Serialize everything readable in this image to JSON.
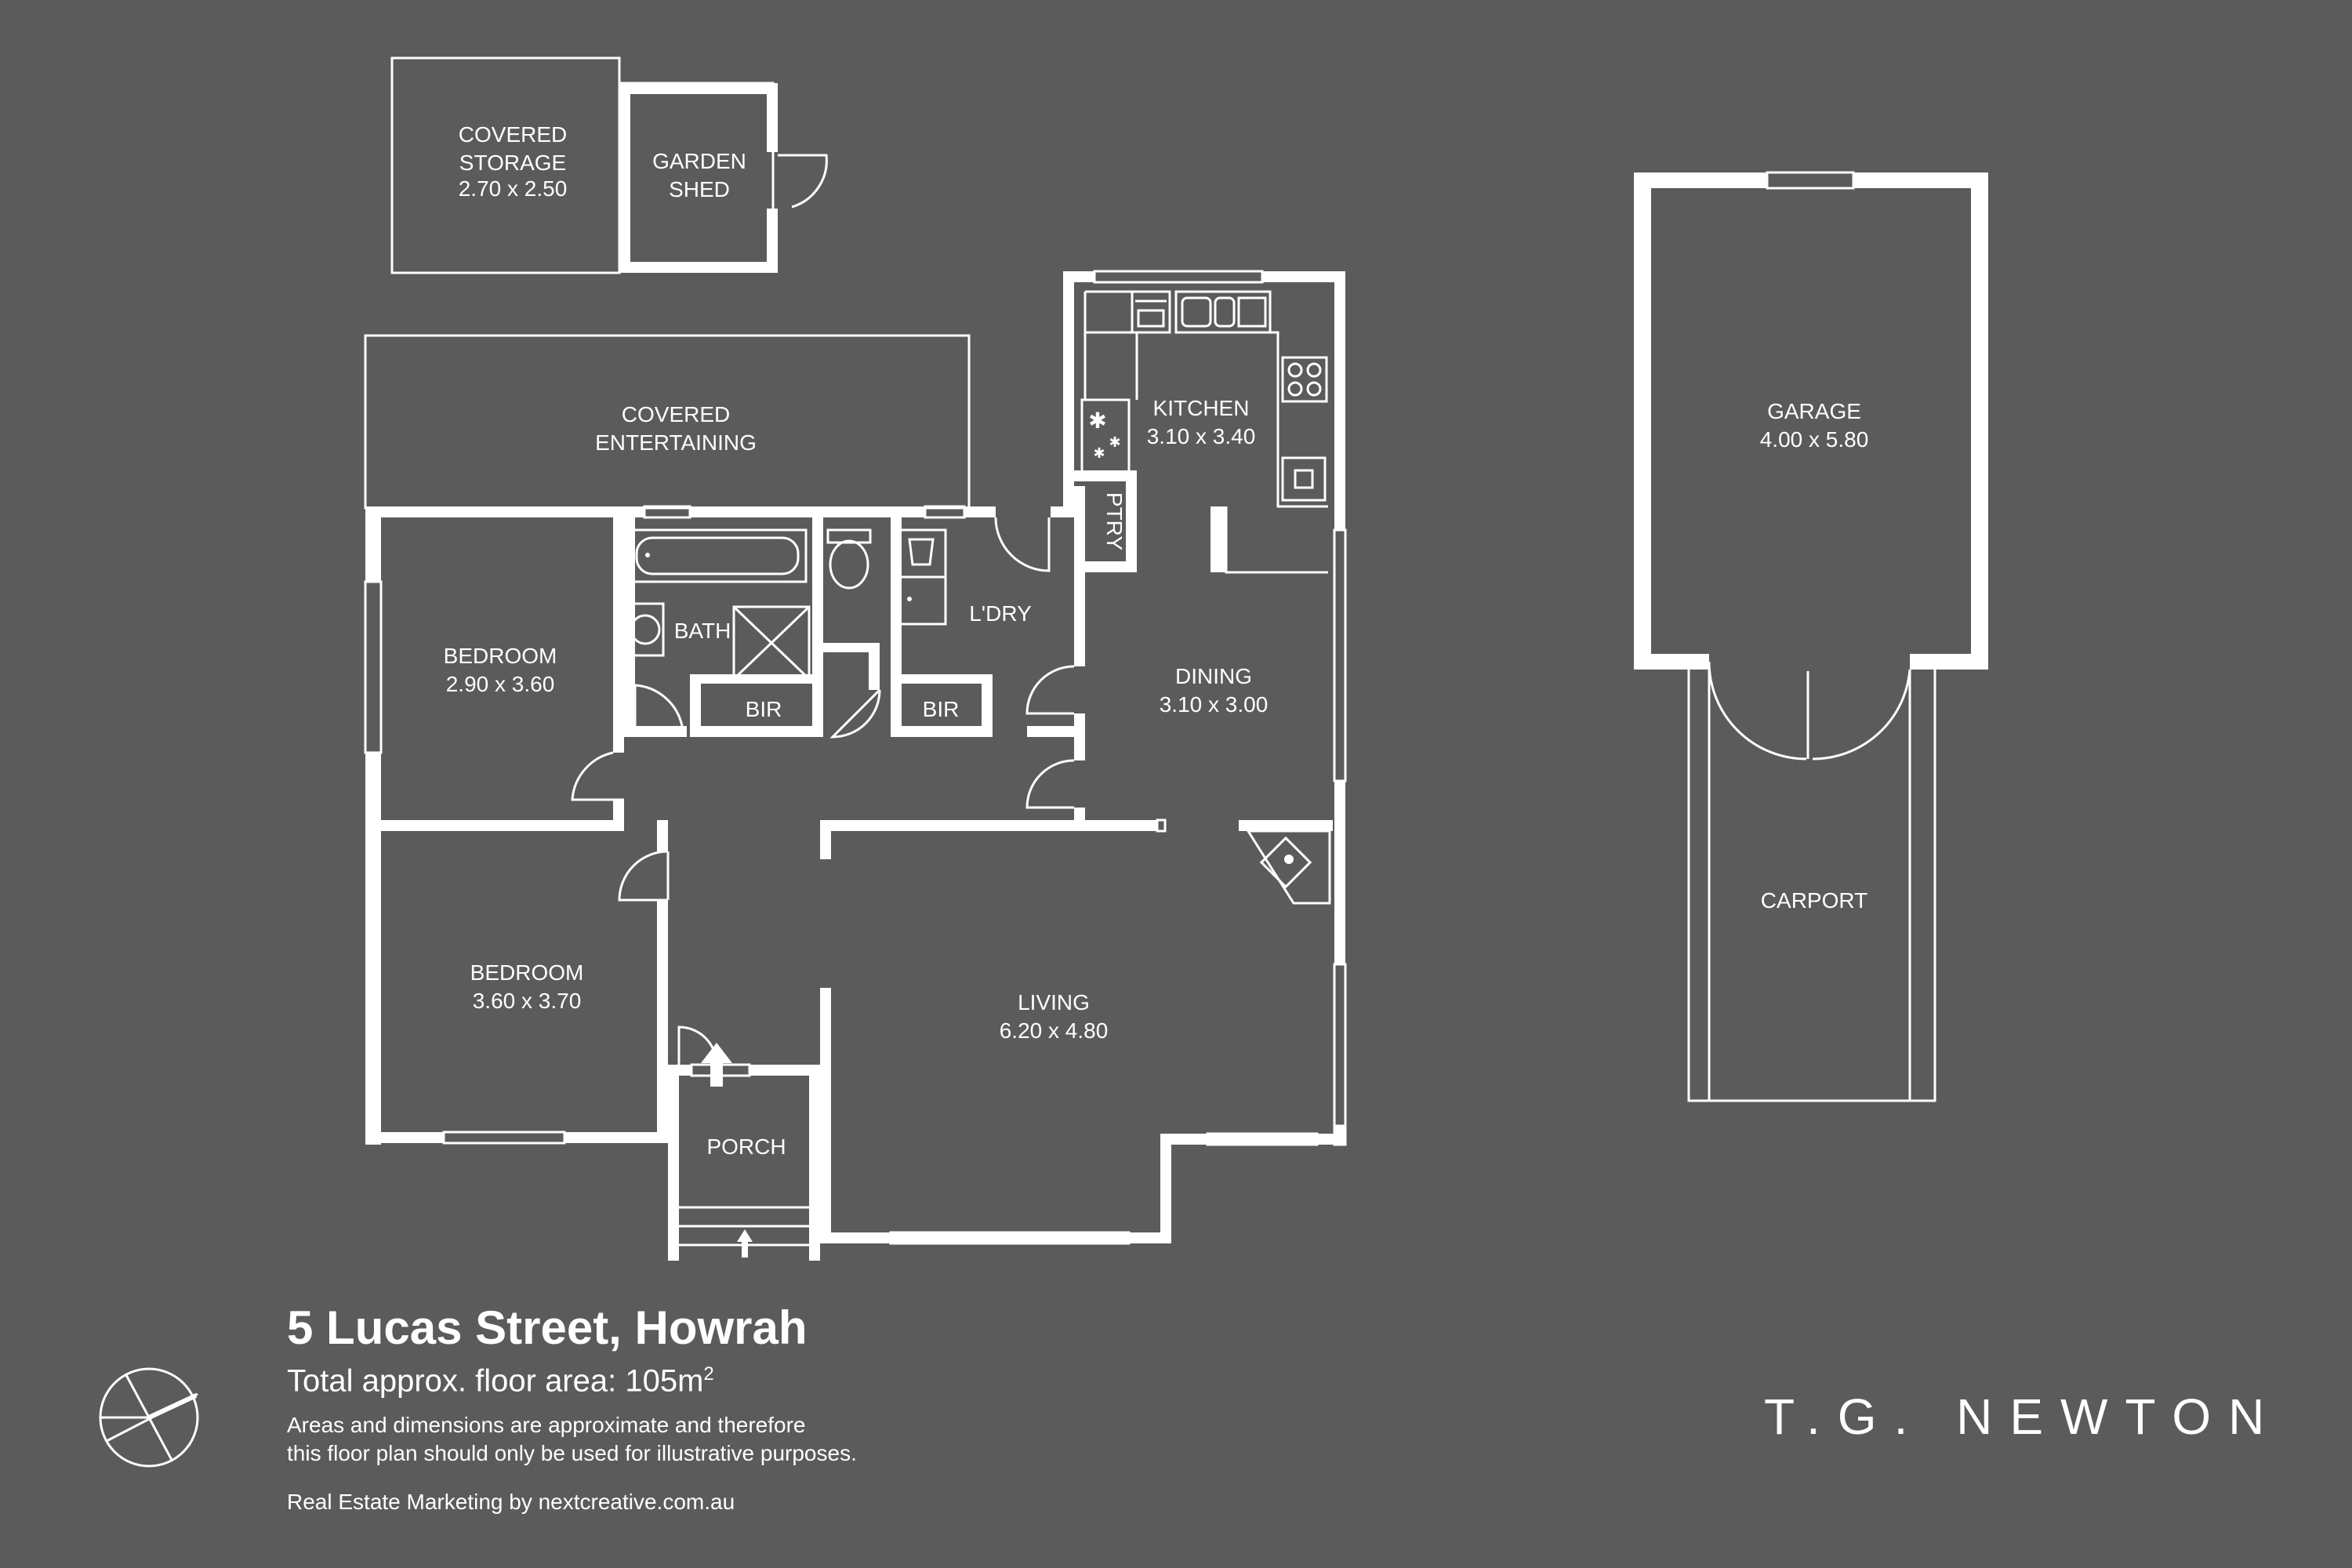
{
  "rooms": {
    "covered_storage": {
      "name": "COVERED\nSTORAGE",
      "dims": "2.70 x 2.50"
    },
    "garden_shed": {
      "name": "GARDEN\nSHED"
    },
    "covered_entertaining": {
      "name": "COVERED\nENTERTAINING"
    },
    "kitchen": {
      "name": "KITCHEN",
      "dims": "3.10 x 3.40"
    },
    "pantry": {
      "name": "PTRY"
    },
    "bath": {
      "name": "BATH"
    },
    "bir1": {
      "name": "BIR"
    },
    "bir2": {
      "name": "BIR"
    },
    "laundry": {
      "name": "L'DRY"
    },
    "dining": {
      "name": "DINING",
      "dims": "3.10 x 3.00"
    },
    "bedroom1": {
      "name": "BEDROOM",
      "dims": "2.90 x 3.60"
    },
    "bedroom2": {
      "name": "BEDROOM",
      "dims": "3.60 x 3.70"
    },
    "living": {
      "name": "LIVING",
      "dims": "6.20 x 4.80"
    },
    "porch": {
      "name": "PORCH"
    },
    "garage": {
      "name": "GARAGE",
      "dims": "4.00 x 5.80"
    },
    "carport": {
      "name": "CARPORT"
    }
  },
  "info": {
    "address": "5 Lucas Street, Howrah",
    "area_prefix": "Total approx. floor area: 105m",
    "area_sup": "2",
    "disclaimer_line1": "Areas and dimensions are approximate and therefore",
    "disclaimer_line2": "this floor plan should only be used for illustrative purposes.",
    "credit": "Real Estate Marketing by nextcreative.com.au"
  },
  "brand": "T.G. NEWTON",
  "colors": {
    "background": "#5b5b5b",
    "walls": "#ffffff"
  },
  "icons": [
    "compass-icon",
    "entry-arrow-icon",
    "step-arrow-icon",
    "stove-icon",
    "fridge-icon",
    "sink-icon",
    "dishwasher-icon",
    "bathtub-icon",
    "toilet-icon",
    "basin-icon",
    "shower-icon",
    "heater-icon"
  ]
}
